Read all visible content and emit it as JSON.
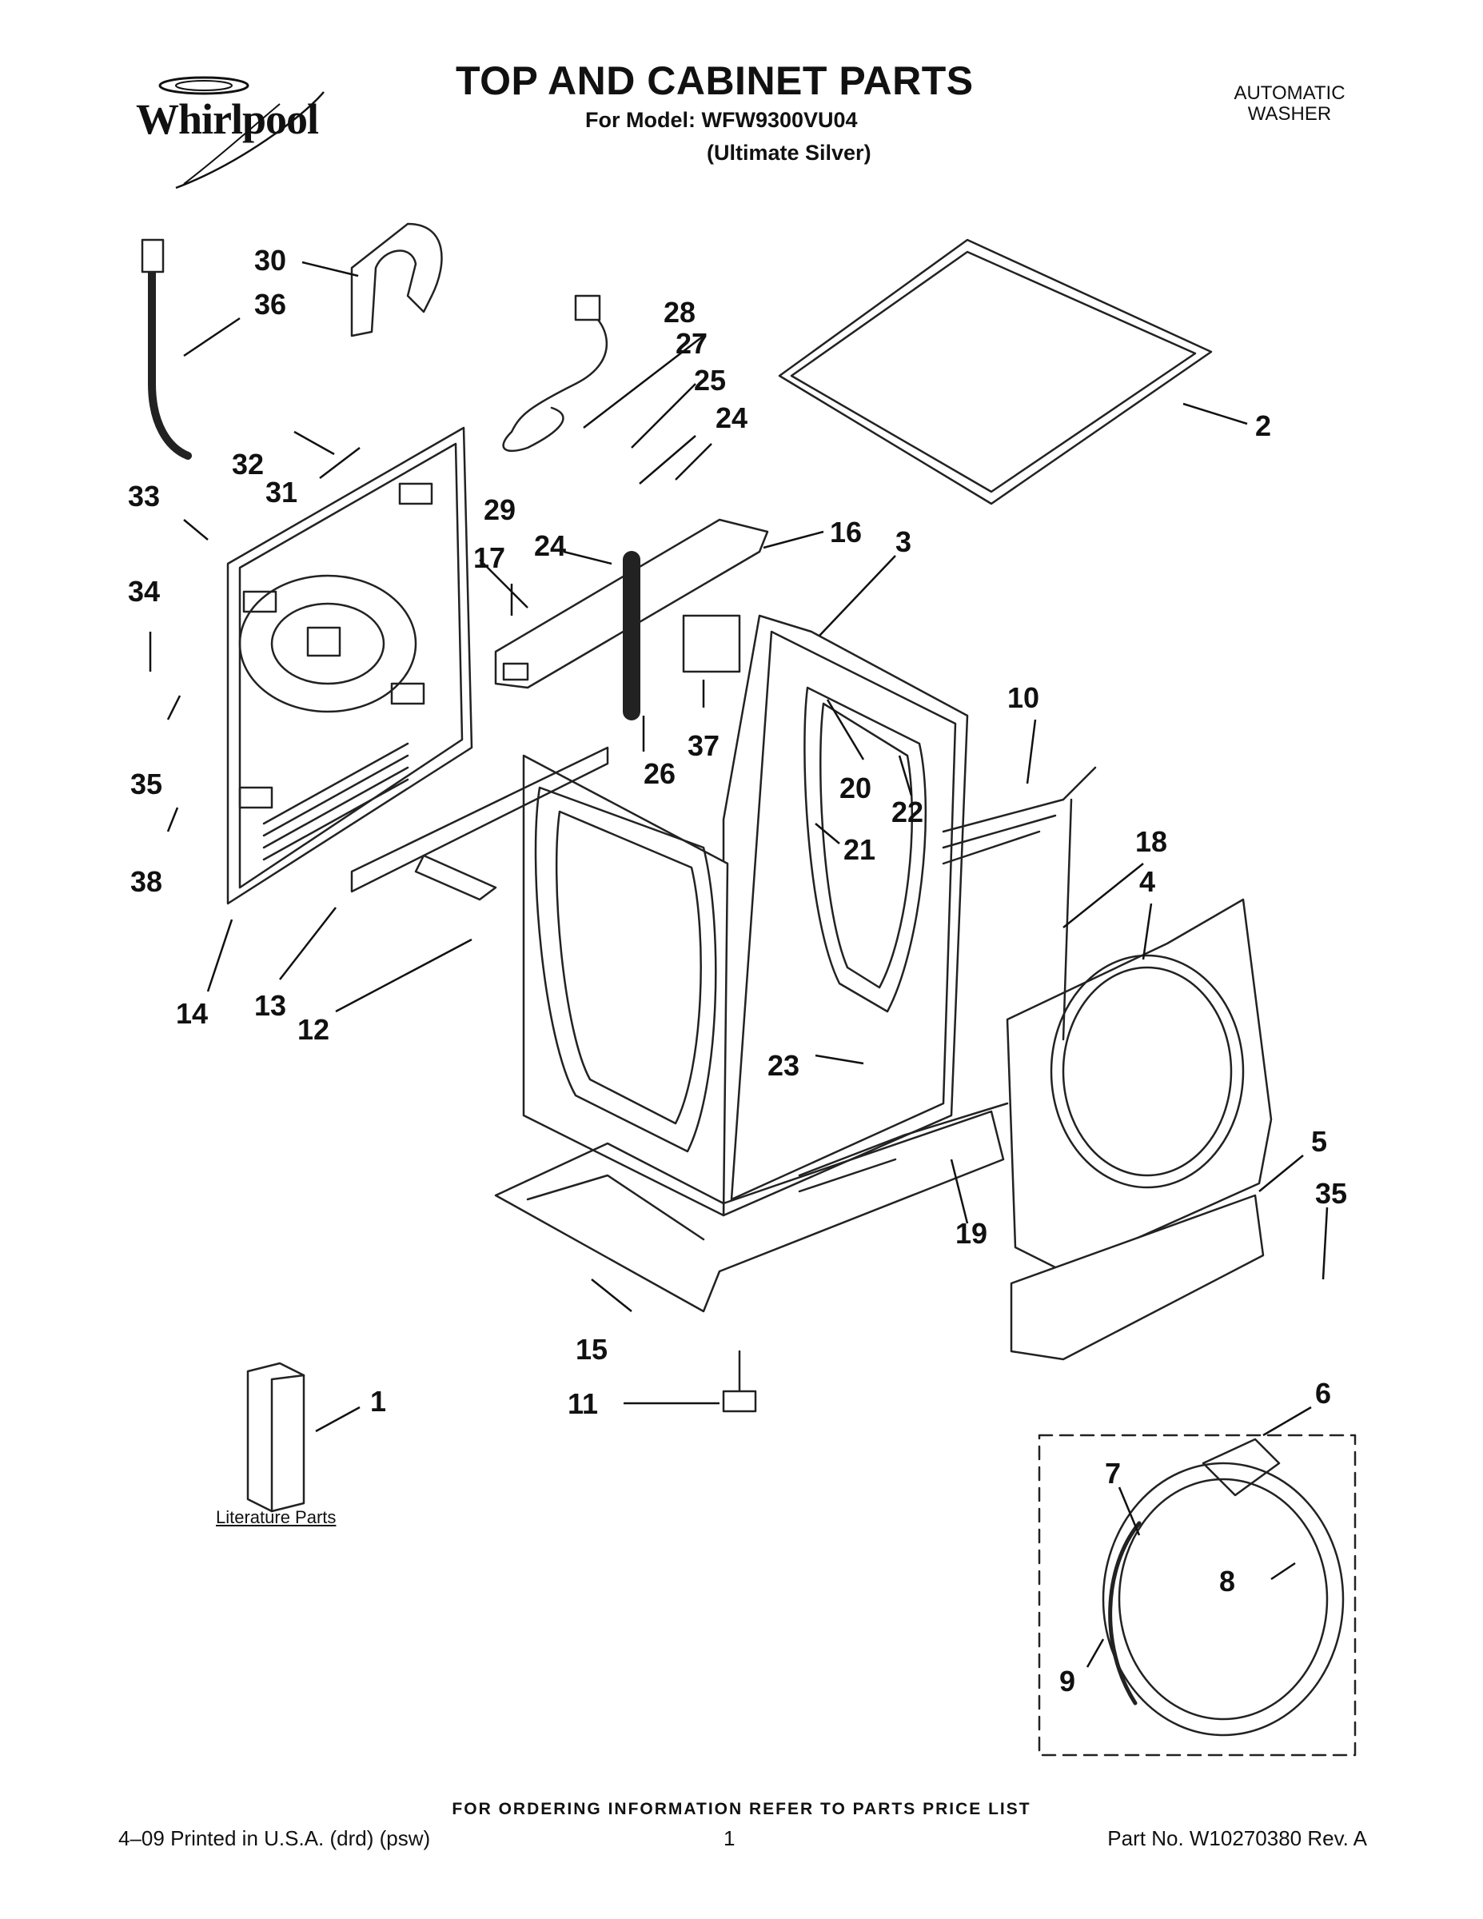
{
  "header": {
    "brand": "Whirlpool",
    "title": "TOP AND CABINET PARTS",
    "model_line": "For Model: WFW9300VU04",
    "color_line": "(Ultimate Silver)",
    "appliance_type": [
      "AUTOMATIC",
      "WASHER"
    ]
  },
  "callouts": [
    "1",
    "2",
    "3",
    "4",
    "5",
    "6",
    "7",
    "8",
    "9",
    "10",
    "11",
    "12",
    "13",
    "14",
    "15",
    "16",
    "17",
    "18",
    "19",
    "20",
    "21",
    "22",
    "23",
    "24",
    "24",
    "25",
    "26",
    "27",
    "28",
    "29",
    "30",
    "31",
    "32",
    "33",
    "34",
    "35",
    "35",
    "36",
    "37",
    "38"
  ],
  "literature_label": "Literature Parts",
  "footer": {
    "order_note": "FOR ORDERING INFORMATION REFER TO PARTS PRICE LIST",
    "print_info": "4–09 Printed in U.S.A. (drd) (psw)",
    "page_number": "1",
    "part_number": "Part No. W10270380 Rev. A"
  }
}
